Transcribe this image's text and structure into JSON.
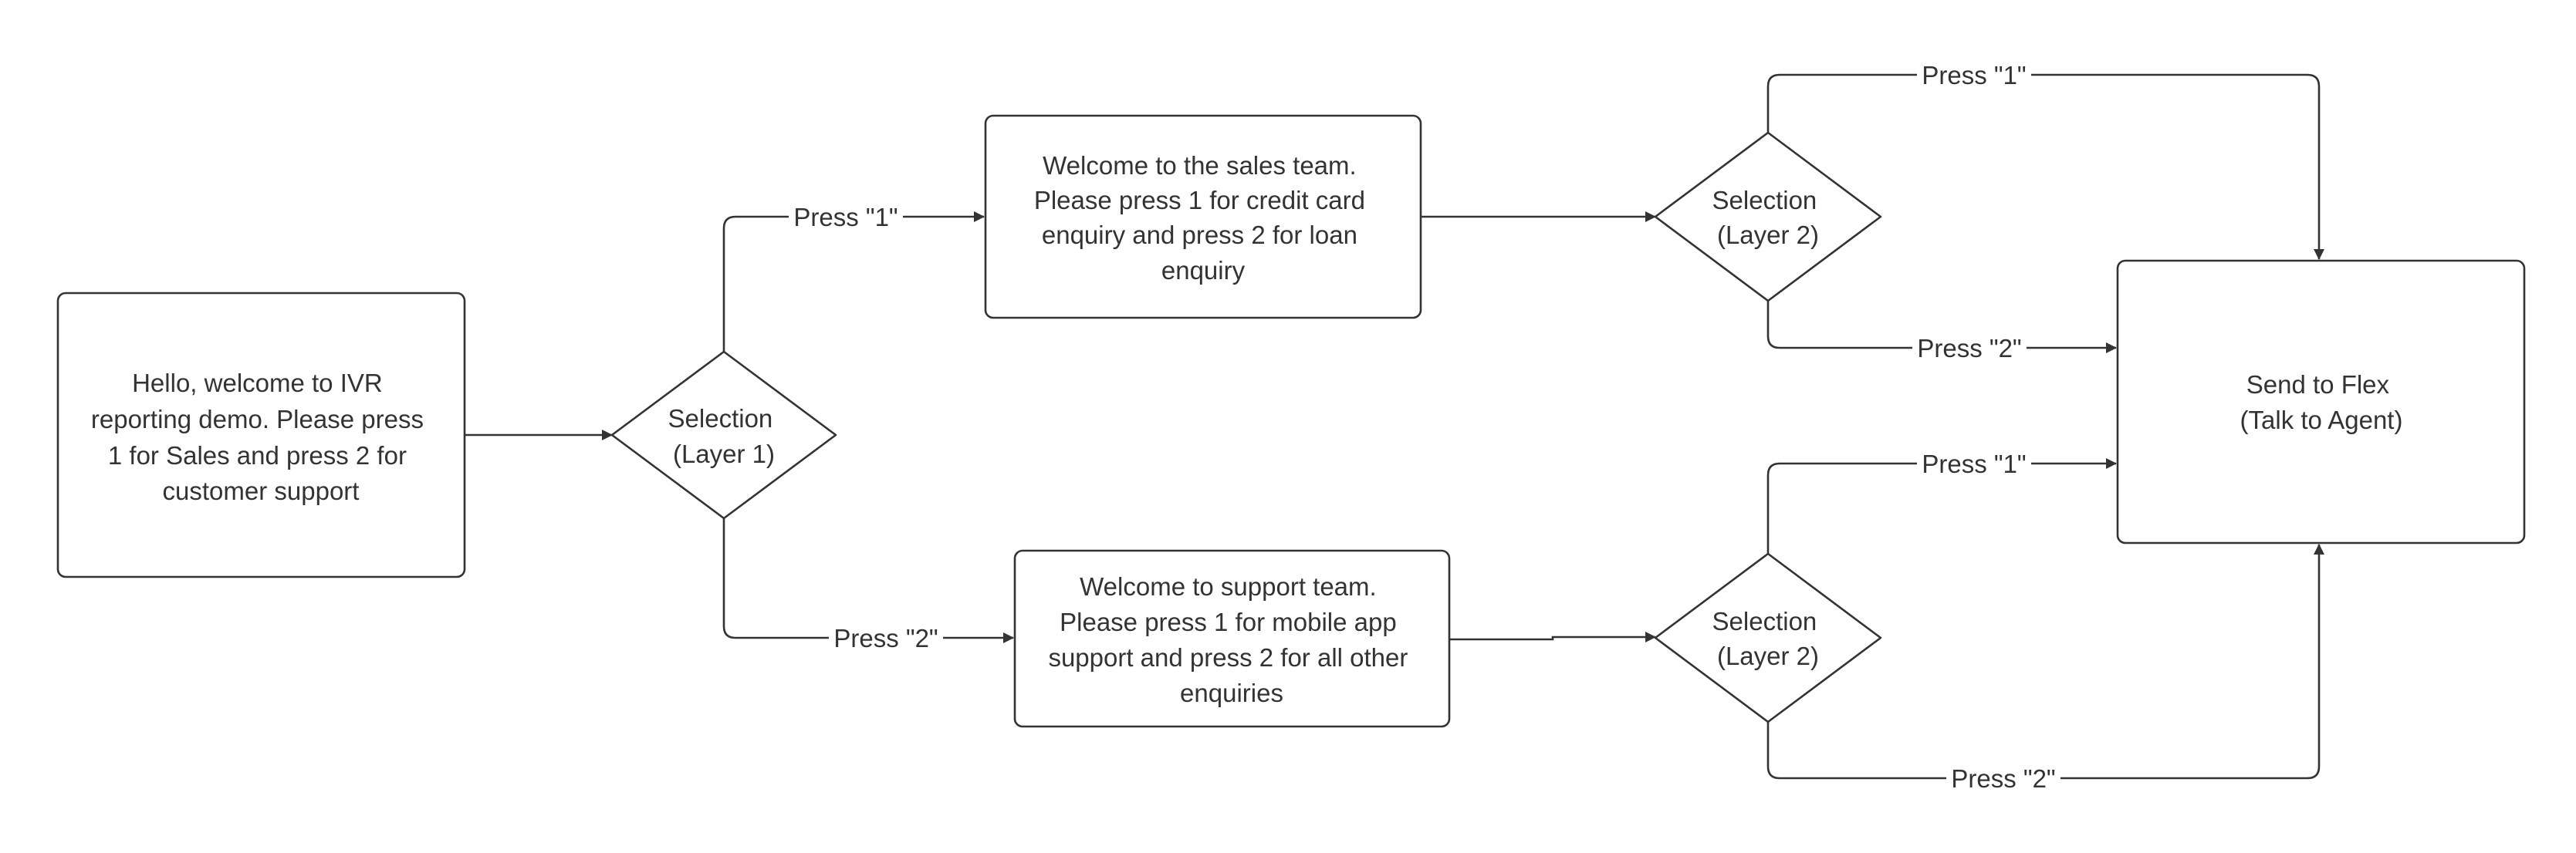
{
  "diagram": {
    "nodes": {
      "welcome": [
        "Hello, welcome to IVR",
        "reporting demo. Please press",
        "1 for Sales and press 2 for",
        "customer support"
      ],
      "layer1": [
        "Selection",
        "(Layer 1)"
      ],
      "sales": [
        "Welcome to the sales team.",
        "Please press 1 for credit card",
        "enquiry and press 2 for loan",
        "enquiry"
      ],
      "support": [
        "Welcome to support team.",
        "Please press 1 for mobile app",
        "support and press 2 for all other",
        "enquiries"
      ],
      "layer2_sales": [
        "Selection",
        "(Layer 2)"
      ],
      "layer2_support": [
        "Selection",
        "(Layer 2)"
      ],
      "flex": [
        "Send to Flex",
        "(Talk to Agent)"
      ]
    },
    "edge_labels": {
      "l1_press1": "Press \"1\"",
      "l1_press2": "Press \"2\"",
      "sales_press1": "Press \"1\"",
      "sales_press2": "Press \"2\"",
      "support_press1": "Press \"1\"",
      "support_press2": "Press \"2\""
    },
    "colors": {
      "stroke": "#333333",
      "text": "#333333",
      "background": "#ffffff"
    }
  }
}
